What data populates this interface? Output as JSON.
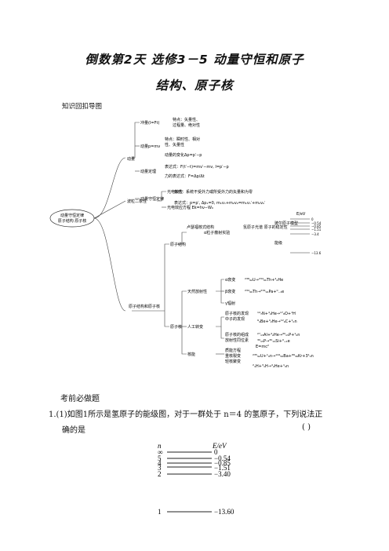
{
  "title": {
    "line1": "倒数第2天   选修3－5   动量守恒和原子",
    "line2": "结构、原子核"
  },
  "section_review": "知识回扣导图",
  "mindmap": {
    "root": "动量守恒定律\n原子结构 原子核",
    "branch_momentum": "动量",
    "branch_wave": "波粒二象性",
    "branch_atom": "原子结构和原子核",
    "impulse": "冲量(I=Ft)",
    "impulse_props": [
      "特点：矢量性、",
      "过程量、绝对性"
    ],
    "momentum": "动量p=mv",
    "momentum_props": [
      "特点：瞬时性、相对",
      "性、矢量性"
    ],
    "momentum_change": "动量的变化Δp=p′−p",
    "theorem": "动量定理",
    "theorem_expr": "表达式：F(t′−t)=mv′−mv, I=p′−p",
    "theorem_force": "力的表达式：F=Δp/Δt",
    "conservation": "动量守恒定律",
    "conservation_cond": "条件：系统不受外力或所受外力的矢量和为零",
    "conservation_expr": "表达式：p=p′, Δp₁=0, m₁v₁+m₂v₂=m₁v₁′+m₂v₂′",
    "photoelectric": "光电效应",
    "photoelectric_eq": "光电效应方程 Ek=hν−W₀",
    "atom_structure": "原子结构",
    "rutherford": "卢瑟福核式结构",
    "alpha_scatter": "α粒子散射实验",
    "bohr": "玻尔原子模型",
    "spectrum": "氢原子光谱 原子的稳定性",
    "energy_levels": "能级",
    "nucleus": "原子核",
    "natural_decay": "天然放射性",
    "alpha_decay": "α衰变",
    "beta_decay": "β衰变",
    "gamma": "γ辐射",
    "alpha_eq": "²³⁸₉₂U→²³⁴₉₀Th+⁴₂He",
    "beta_eq": "²³⁴₉₀Th→²³⁴₉₁Pa+⁰₋₁e",
    "artificial": "人工转变",
    "discover_p": "原子核的发现",
    "discover_n": "中子的发现",
    "p_eq": "¹⁴₇N+⁴₂He→¹⁷₈O+¹H",
    "n_eq": "⁹₄Be+⁴₂He→¹²₆C+¹₀n",
    "isotope": "原子核的组成",
    "isotope2": "放射性同位素",
    "iso_eq1": "²⁷₁₃Al+⁴₂He→³⁰₁₅P+¹₀n",
    "iso_eq2": "³⁰₁₅P→³⁰₁₄Si+⁰₊₁e",
    "nuclear_energy": "核能",
    "mass_energy": "E=mc²",
    "fission_label": "质能方程",
    "fission": "重核裂变",
    "fusion": "轻核聚变",
    "fission_eq": "²³⁵₉₂U+¹₀n→¹⁴⁴₅₆Ba+⁸⁹₃₆Kr+3¹₀n",
    "fusion_eq": "²₁H+³₁H→⁴₂He+¹₀n",
    "mini_levels": {
      "header": "E/eV",
      "values": [
        "0",
        "−0.54",
        "−0.85",
        "−1.51",
        "−3.4",
        "−13.6"
      ]
    }
  },
  "section_exam": "考前必做题",
  "question": {
    "line1": "1.(1)如图1所示是氢原子的能级图，对于一群处于 n＝4 的氢原子，下列说法正",
    "line2": "确的是",
    "paren": "(      )"
  },
  "level_diagram": {
    "n_header": "n",
    "e_header": "E/eV",
    "levels": [
      {
        "n": "∞",
        "e": "0"
      },
      {
        "n": "5",
        "e": "−0.54"
      },
      {
        "n": "4",
        "e": "−0.85"
      },
      {
        "n": "3",
        "e": "−1.51"
      },
      {
        "n": "2",
        "e": "−3.40"
      },
      {
        "n": "1",
        "e": "−13.60"
      }
    ]
  }
}
